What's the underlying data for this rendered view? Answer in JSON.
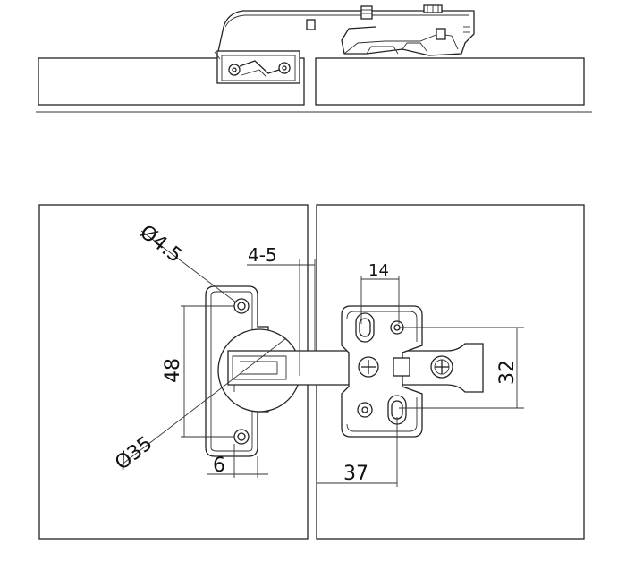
{
  "dimensions": {
    "hole_diameter": "Ø4.5",
    "overlay": "4-5",
    "mount_spacing_horizontal": "14",
    "hole_spacing_vertical": "48",
    "mount_spacing_vertical": "32",
    "cup_diameter": "Ø35",
    "edge_distance": "6",
    "arm_length": "37"
  }
}
